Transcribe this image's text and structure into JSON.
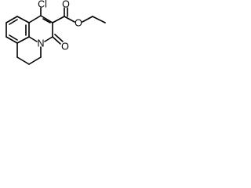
{
  "molecule": {
    "atom_labels": {
      "chlorine": "Cl",
      "nitrogen": "N",
      "ring_carbonyl_oxygen": "O",
      "ester_carbonyl_oxygen": "O",
      "ester_ether_oxygen": "O"
    },
    "colors": {
      "bond": "#000000",
      "text": "#000000",
      "background": "#ffffff"
    }
  }
}
